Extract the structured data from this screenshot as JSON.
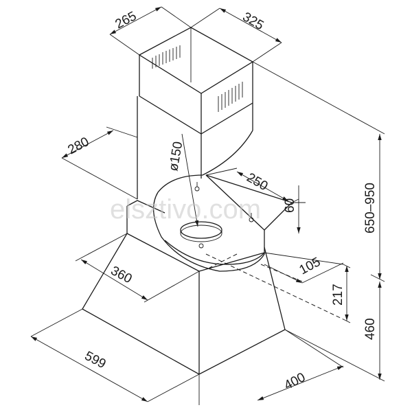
{
  "watermark": "elsztivo.com",
  "dimensions": {
    "d265": "265",
    "d325": "325",
    "d280": "280",
    "d150": "ø150",
    "d250": "250",
    "d60": "60",
    "d650_950": "650–950",
    "d360": "360",
    "d105": "105",
    "d217": "217",
    "d460": "460",
    "d599": "599",
    "d400": "400"
  }
}
